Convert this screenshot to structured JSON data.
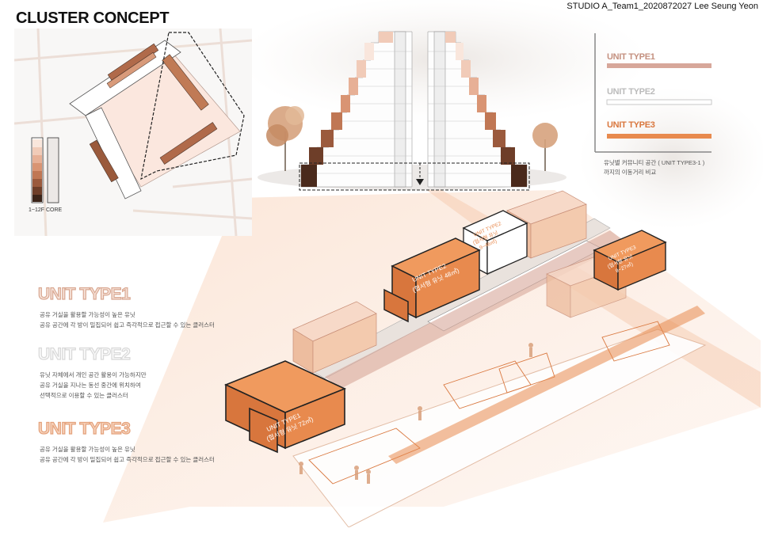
{
  "header": {
    "title": "CLUSTER CONCEPT",
    "credit": "STUDIO A_Team1_2020872027 Lee Seung Yeon"
  },
  "plan": {
    "legend_floor_label": "1~12F",
    "legend_core_label": "CORE"
  },
  "legend": {
    "items": [
      {
        "label": "UNIT TYPE1",
        "color": "#d7a79a"
      },
      {
        "label": "UNIT TYPE2",
        "color": "#ffffff"
      },
      {
        "label": "UNIT TYPE3",
        "color": "#e88a4e"
      }
    ],
    "note_line1": "유닛별 커뮤니티 공간 ( UNIT TYPE3-1 )",
    "note_line2": "까지의 이동거리 비교"
  },
  "types": [
    {
      "heading": "UNIT TYPE1",
      "line1": "공유 거실을 활용할 가능성이 높은 유닛",
      "line2": "공유 공간에 각 방이 밀집되어 쉽고 즉각적으로 접근할 수 있는 클러스터"
    },
    {
      "heading": "UNIT TYPE2",
      "line1": "유닛 자체에서 개인 공간 활용이 가능하지만",
      "line2": "공유 거실을 지나는 동선 중간에 위치하여",
      "line3": "선택적으로 이용할 수 있는 클러스터"
    },
    {
      "heading": "UNIT TYPE3",
      "line1": "공유 거실을 활용할 가능성이 높은 유닛",
      "line2": "공유 공간에 각 방이 밀집되어 쉽고 즉각적으로 접근할 수 있는 클러스터"
    }
  ],
  "axon_labels": {
    "type1_a": "UNIT TYPE1",
    "type1_b": "(협서형 유닛 72㎡)",
    "type2_a": "UNIT TYPE2",
    "type2_b": "(협서형 유닛 48㎡)",
    "type2s_a": "UNIT TYPE2",
    "type2s_b": "(협서형 유닛",
    "type2s_c": "9~46㎡)",
    "type3_a": "UNIT TYPE3",
    "type3_b": "(협서형 유닛",
    "type3_c": "9~27㎡)"
  },
  "colors": {
    "type1": "#d7a79a",
    "type3": "#e88a4e",
    "beam": "#fbe3d3",
    "dark": "#3b2a22"
  }
}
